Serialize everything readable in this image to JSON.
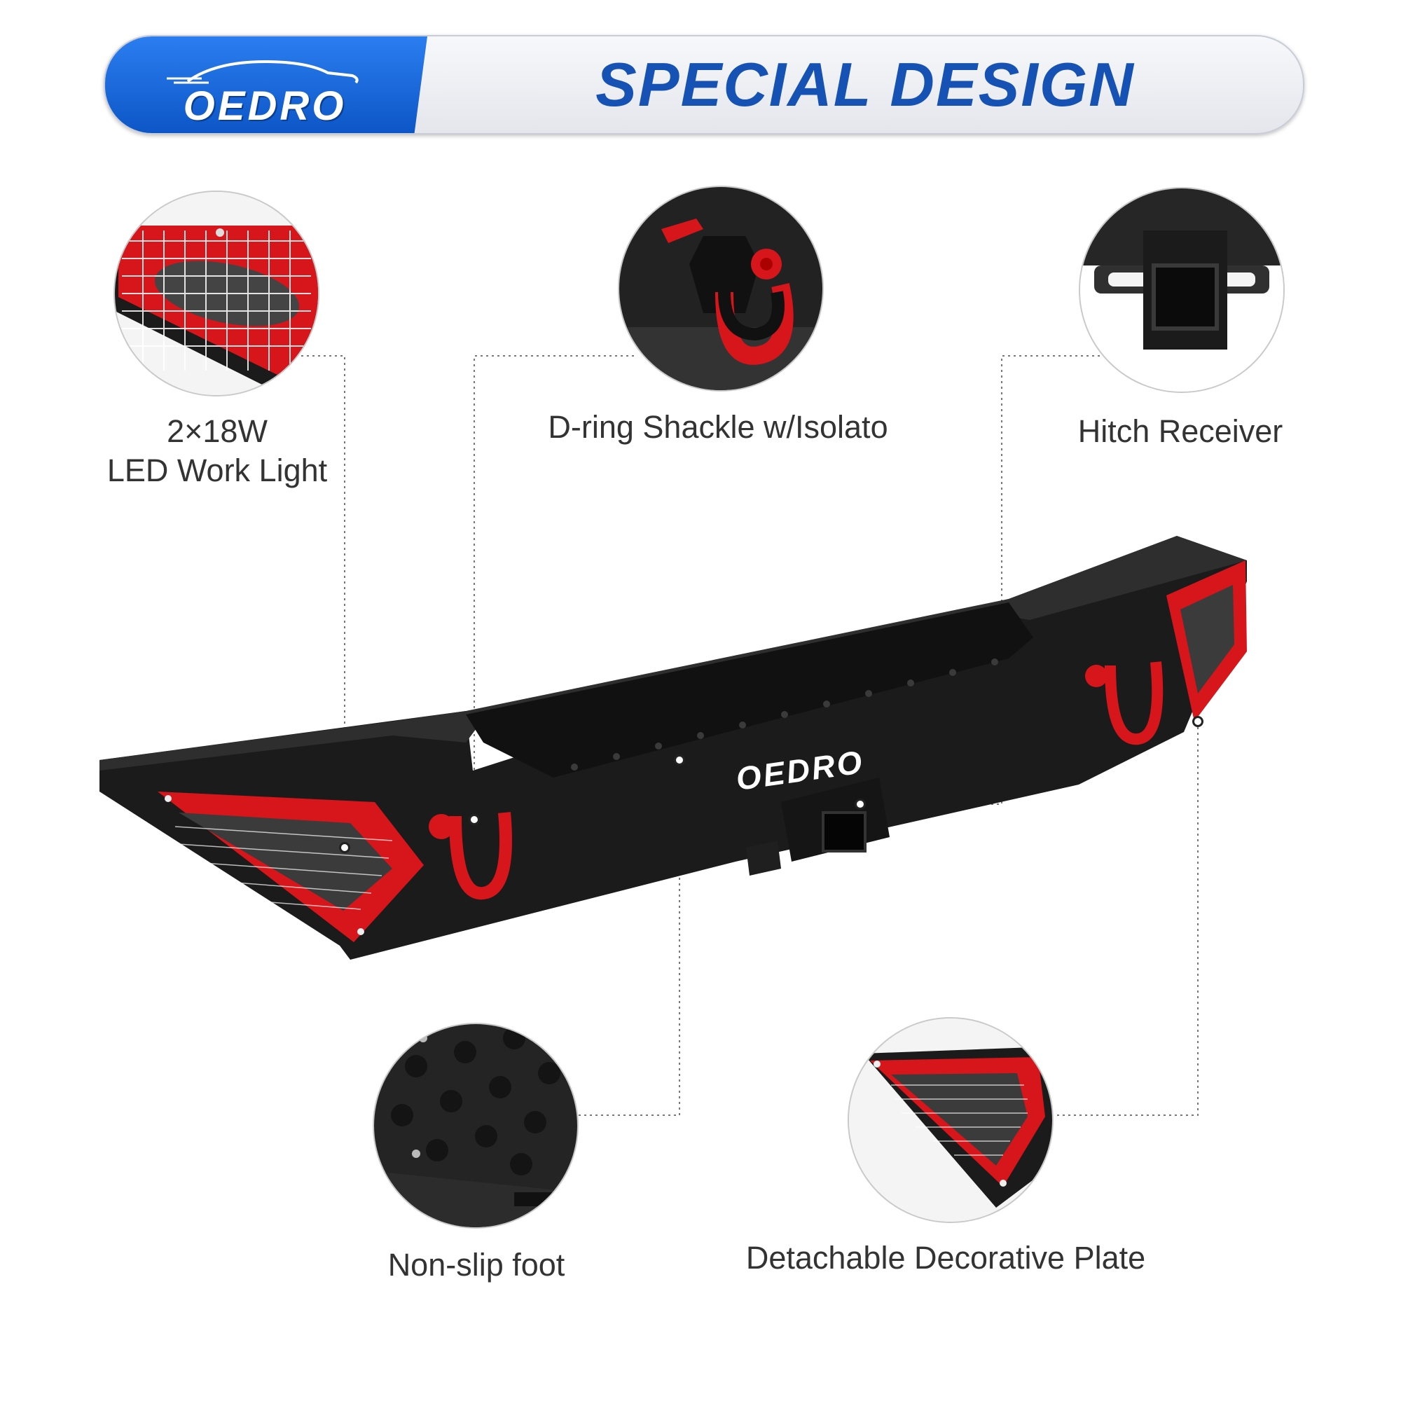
{
  "banner": {
    "brand": "OEDRO",
    "title": "SPECIAL DESIGN",
    "accent_color": "#1552b4"
  },
  "product": {
    "logo_text": "OEDRO",
    "body_color": "#1b1b1b",
    "accent_color": "#d7161b"
  },
  "features": [
    {
      "label_line1": "2×18W",
      "label_line2": "LED Work Light",
      "icon": "led-light-closeup"
    },
    {
      "label": "D-ring Shackle w/Isolato",
      "icon": "d-ring-shackle-closeup"
    },
    {
      "label": "Hitch Receiver",
      "icon": "hitch-receiver-closeup"
    },
    {
      "label": "Non-slip foot",
      "icon": "non-slip-step-closeup"
    },
    {
      "label": "Detachable Decorative Plate",
      "icon": "decorative-plate-closeup"
    }
  ]
}
